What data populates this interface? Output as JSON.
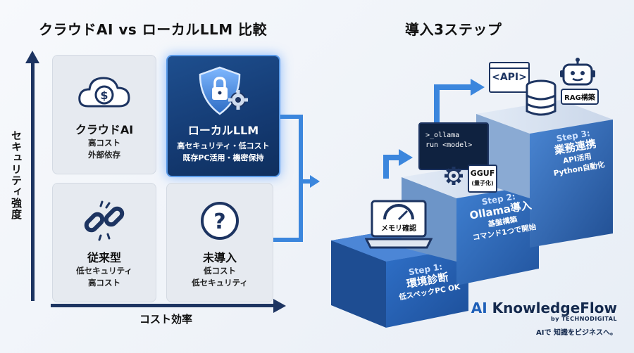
{
  "title_left": "クラウドAI vs ローカルLLM 比較",
  "title_right": "導入3ステップ",
  "axes": {
    "y_label": "セキュリティ強度",
    "x_label": "コスト効率"
  },
  "quadrants": {
    "cloud": {
      "name": "クラウドAI",
      "line1": "高コスト",
      "line2": "外部依存",
      "icon": "cloud-dollar-icon"
    },
    "local": {
      "name": "ローカルLLM",
      "line1": "高セキュリティ・低コスト",
      "line2": "既存PC活用・機密保持",
      "icon": "shield-lock-gear-icon"
    },
    "legacy": {
      "name": "従来型",
      "line1": "低セキュリティ",
      "line2": "高コスト",
      "icon": "broken-chain-icon"
    },
    "none": {
      "name": "未導入",
      "line1": "低コスト",
      "line2": "低セキュリティ",
      "icon": "question-circle-icon"
    }
  },
  "steps": [
    {
      "num": "Step 1:",
      "title": "環境診断",
      "desc1": "低スペックPC OK",
      "desc2": "",
      "visual_label": "メモリ確認"
    },
    {
      "num": "Step 2:",
      "title": "Ollama導入",
      "desc1": "基盤構築",
      "desc2": "コマンド1つで開始",
      "terminal_line1": ">_ollama",
      "terminal_line2": "run <model>",
      "file_label": "GGUF",
      "file_sub": "(量子化)"
    },
    {
      "num": "Step 3:",
      "title": "業務連携",
      "desc1": "API活用",
      "desc2": "Python自動化",
      "api_label": "<API>",
      "bot_label": "RAG構築"
    }
  ],
  "brand": {
    "name_prefix": "AI",
    "name_rest": " KnowledgeFlow",
    "by": "by TECHNODIGITAL",
    "tagline": "AIで 知識をビジネスへ。"
  },
  "colors": {
    "navy": "#14294d",
    "accent": "#3b86dd",
    "card_local": "#143a72",
    "card_gray": "#e6eaf0"
  }
}
